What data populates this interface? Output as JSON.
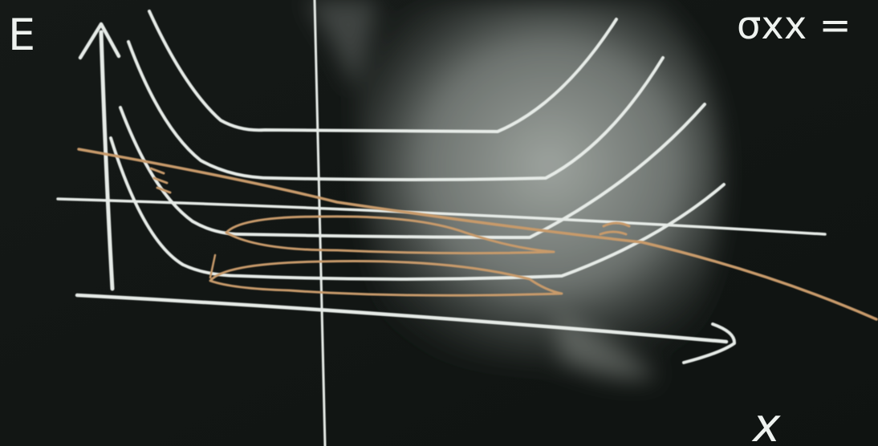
{
  "labels": {
    "energy_axis": "E",
    "position_axis": "x",
    "conductivity": "σxx ="
  },
  "colors": {
    "board": "#121614",
    "chalk_white": "#e6ebe7",
    "chalk_orange": "#c79a6a",
    "erased_smudge": "#8f9590"
  }
}
